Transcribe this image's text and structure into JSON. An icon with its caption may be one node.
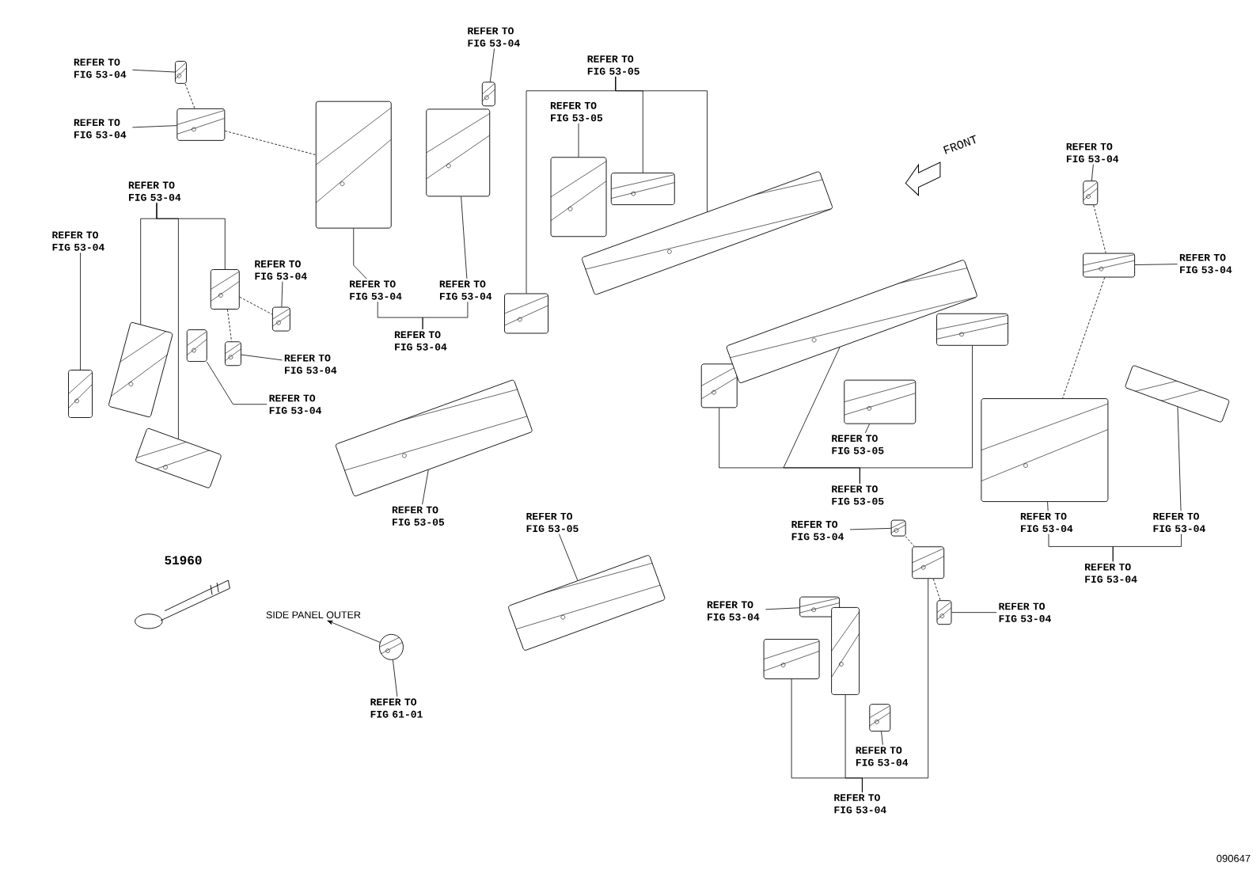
{
  "diagram": {
    "nodes": [
      {
        "text": [
          "REFER TO FIG 53-04"
        ]
      },
      {
        "text": [
          "REFER TO FIG 53-04"
        ]
      },
      {
        "text": [
          "REFER TO FIG 53-04"
        ]
      },
      {
        "text": [
          "REFER TO FIG 53-04"
        ]
      },
      {
        "text": [
          "REFER TO FIG 53-04"
        ]
      },
      {
        "text": [
          "REFER TO FIG 53-04"
        ]
      },
      {
        "text": [
          "REFER TO FIG 53-04"
        ]
      },
      {
        "text": [
          "REFER TO FIG 53-04"
        ]
      },
      {
        "text": [
          "REFER TO FIG 53-05"
        ]
      },
      {
        "text": [
          "REFER TO FIG 53-05"
        ]
      },
      {
        "text": [
          "REFER TO FIG 53-04"
        ]
      },
      {
        "text": [
          "REFER TO FIG 53-04"
        ]
      },
      {
        "text": [
          "REFER TO FIG 53-04"
        ]
      },
      {
        "text": [
          "REFER TO FIG 53-04"
        ]
      },
      {
        "text": [
          "REFER TO FIG 53-04"
        ]
      },
      {
        "text": [
          "REFER TO FIG 53-05"
        ]
      },
      {
        "text": [
          "REFER TO FIG 53-05"
        ]
      },
      {
        "text": [
          "REFER TO FIG 53-05"
        ]
      },
      {
        "text": [
          "REFER TO FIG 53-05"
        ]
      },
      {
        "text": [
          "REFER TO FIG 53-04"
        ]
      },
      {
        "text": [
          "REFER TO FIG 53-04"
        ]
      },
      {
        "text": [
          "REFER TO FIG 53-04"
        ]
      },
      {
        "text": [
          "REFER TO FIG 53-04"
        ]
      },
      {
        "text": [
          "REFER TO FIG 53-04"
        ]
      },
      {
        "text": [
          "REFER TO FIG 53-04"
        ]
      },
      {
        "text": [
          "SIDE PANEL OUTER"
        ]
      },
      {
        "text": [
          "REFER TO FIG 61-01"
        ]
      },
      {
        "text": [
          "REFER TO FIG 53-04"
        ]
      },
      {
        "text": [
          "REFER TO FIG 53-04"
        ]
      },
      {
        "text": [],
        "shape": "picture"
      },
      {
        "text": [],
        "shape": "picture"
      },
      {
        "text": [],
        "shape": "picture"
      },
      {
        "text": [],
        "shape": "picture"
      },
      {
        "text": [],
        "shape": "picture"
      },
      {
        "text": [],
        "shape": "picture"
      },
      {
        "text": [],
        "shape": "picture"
      },
      {
        "text": [],
        "shape": "picture"
      },
      {
        "text": [],
        "shape": "picture"
      },
      {
        "text": [],
        "shape": "picture"
      },
      {
        "text": [],
        "shape": "picture"
      },
      {
        "text": [],
        "shape": "picture"
      },
      {
        "text": [],
        "shape": "picture"
      },
      {
        "text": [],
        "shape": "picture"
      },
      {
        "text": [],
        "shape": "picture"
      },
      {
        "text": [],
        "shape": "picture"
      },
      {
        "text": [],
        "shape": "picture"
      },
      {
        "text": [],
        "shape": "picture"
      },
      {
        "text": [],
        "shape": "picture"
      },
      {
        "text": [],
        "shape": "picture"
      },
      {
        "text": [],
        "shape": "picture"
      },
      {
        "text": [],
        "shape": "picture"
      },
      {
        "text": [],
        "shape": "picture"
      },
      {
        "text": [],
        "shape": "picture"
      },
      {
        "text": [],
        "shape": "picture"
      },
      {
        "text": [],
        "shape": "picture"
      },
      {
        "text": [],
        "shape": "picture"
      },
      {
        "text": [],
        "shape": "picture"
      },
      {
        "text": [],
        "shape": "picture"
      },
      {
        "text": [],
        "shape": "picture"
      },
      {
        "text": [],
        "shape": "picture"
      },
      {
        "text": [],
        "shape": "picture"
      },
      {
        "text": [],
        "shape": "picture"
      },
      {
        "text": [],
        "shape": "picture"
      }
    ],
    "edges": [
      {
        "from": 0,
        "to": 29,
        "arrow": "none"
      },
      {
        "from": 1,
        "to": 30,
        "arrow": "none"
      },
      {
        "from": 2,
        "to": 32,
        "arrow": "none"
      },
      {
        "from": 2,
        "to": 33,
        "arrow": "none"
      },
      {
        "from": 2,
        "to": 34,
        "arrow": "none"
      },
      {
        "from": 3,
        "to": 31,
        "arrow": "none"
      },
      {
        "from": 4,
        "to": 35,
        "arrow": "none"
      },
      {
        "from": 5,
        "to": 36,
        "arrow": "none"
      },
      {
        "from": 6,
        "to": 37,
        "arrow": "none"
      },
      {
        "from": 7,
        "to": 40,
        "arrow": "none"
      },
      {
        "from": 8,
        "to": 41,
        "arrow": "none"
      },
      {
        "from": 8,
        "to": 44,
        "arrow": "none"
      },
      {
        "from": 8,
        "to": 43,
        "arrow": "none"
      },
      {
        "from": 9,
        "to": 42,
        "arrow": "none"
      },
      {
        "from": 10,
        "to": 38,
        "arrow": "none"
      },
      {
        "from": 11,
        "to": 39,
        "arrow": "none"
      },
      {
        "from": 12,
        "to": 10,
        "arrow": "none"
      },
      {
        "from": 12,
        "to": 11,
        "arrow": "none"
      },
      {
        "from": 13,
        "to": 45,
        "arrow": "none"
      },
      {
        "from": 14,
        "to": 46,
        "arrow": "none"
      },
      {
        "from": 15,
        "to": 47,
        "arrow": "none"
      },
      {
        "from": 16,
        "to": 48,
        "arrow": "none"
      },
      {
        "from": 17,
        "to": 51,
        "arrow": "none"
      },
      {
        "from": 18,
        "to": 49,
        "arrow": "none"
      },
      {
        "from": 18,
        "to": 50,
        "arrow": "none"
      },
      {
        "from": 18,
        "to": 52,
        "arrow": "none"
      },
      {
        "from": 19,
        "to": 53,
        "arrow": "none"
      },
      {
        "from": 20,
        "to": 60,
        "arrow": "none"
      },
      {
        "from": 21,
        "to": 61,
        "arrow": "none"
      },
      {
        "from": 22,
        "to": 20,
        "arrow": "none"
      },
      {
        "from": 22,
        "to": 21,
        "arrow": "none"
      },
      {
        "from": 23,
        "to": 55,
        "arrow": "none"
      },
      {
        "from": 24,
        "to": 56,
        "arrow": "none"
      },
      {
        "from": 62,
        "to": 25,
        "arrow": "to"
      },
      {
        "from": 26,
        "to": 62,
        "arrow": "none"
      },
      {
        "from": 27,
        "to": 59,
        "arrow": "none"
      },
      {
        "from": 28,
        "to": 57,
        "arrow": "none"
      },
      {
        "from": 28,
        "to": 58,
        "arrow": "none"
      },
      {
        "from": 28,
        "to": 54,
        "arrow": "none"
      },
      {
        "from": 29,
        "to": 30,
        "arrow": "none",
        "style": "dashed"
      },
      {
        "from": 30,
        "to": 38,
        "arrow": "none",
        "style": "dashed"
      },
      {
        "from": 34,
        "to": 35,
        "arrow": "none",
        "style": "dashed"
      },
      {
        "from": 34,
        "to": 36,
        "arrow": "none",
        "style": "dashed"
      },
      {
        "from": 45,
        "to": 46,
        "arrow": "none",
        "style": "dashed"
      },
      {
        "from": 46,
        "to": 60,
        "arrow": "none",
        "style": "dashed"
      },
      {
        "from": 53,
        "to": 54,
        "arrow": "none",
        "style": "dashed"
      },
      {
        "from": 54,
        "to": 55,
        "arrow": "none",
        "style": "dashed"
      }
    ],
    "labels": [
      "FRONT",
      "51960",
      "090647"
    ]
  }
}
